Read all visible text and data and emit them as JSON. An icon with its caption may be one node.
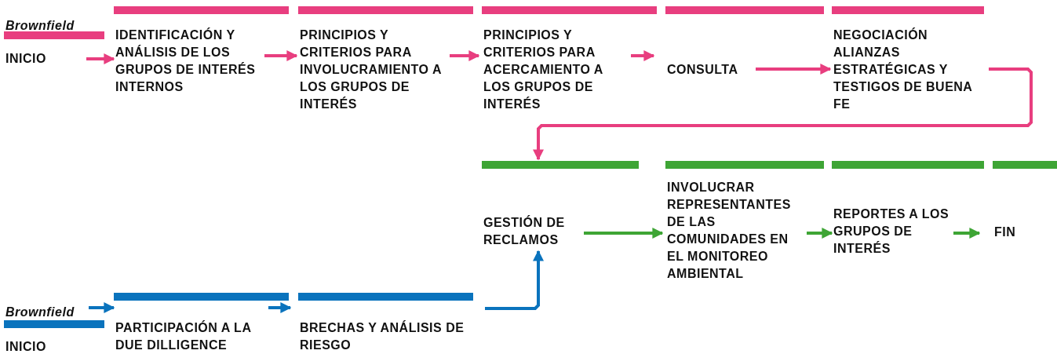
{
  "diagram": {
    "nodes": [
      {
        "text": [
          "Brownfield",
          "INICIO"
        ]
      },
      {
        "text": [
          "IDENTIFICACIÓN Y ANÁLISIS DE LOS GRUPOS DE INTERÉS INTERNOS"
        ]
      },
      {
        "text": [
          "PRINCIPIOS Y CRITERIOS PARA INVOLUCRAMIENTO A LOS GRUPOS DE INTERÉS"
        ]
      },
      {
        "text": [
          "PRINCIPIOS Y CRITERIOS PARA ACERCAMIENTO A LOS GRUPOS DE INTERÉS"
        ]
      },
      {
        "text": [
          "CONSULTA"
        ]
      },
      {
        "text": [
          "NEGOCIACIÓN ALIANZAS ESTRATÉGICAS Y TESTIGOS DE BUENA FE"
        ]
      },
      {
        "text": [
          "Brownfield",
          "INICIO"
        ]
      },
      {
        "text": [
          "PARTICIPACIÓN A LA DUE DILLIGENCE"
        ]
      },
      {
        "text": [
          "BRECHAS Y ANÁLISIS DE RIESGO"
        ]
      },
      {
        "text": [
          "GESTIÓN DE RECLAMOS"
        ]
      },
      {
        "text": [
          "INVOLUCRAR REPRESENTANTES DE LAS COMUNIDADES EN EL MONITOREO AMBIENTAL"
        ]
      },
      {
        "text": [
          "REPORTES A LOS GRUPOS DE INTERÉS"
        ]
      },
      {
        "text": [
          "FIN"
        ]
      }
    ],
    "edges": [
      {
        "from": 0,
        "to": 1,
        "arrow": "to"
      },
      {
        "from": 1,
        "to": 2,
        "arrow": "to"
      },
      {
        "from": 2,
        "to": 3,
        "arrow": "to"
      },
      {
        "from": 3,
        "to": 4,
        "arrow": "to"
      },
      {
        "from": 4,
        "to": 5,
        "arrow": "to"
      },
      {
        "from": 5,
        "to": 9,
        "arrow": "to"
      },
      {
        "from": 6,
        "to": 7,
        "arrow": "to",
        "color": "#0a73bd"
      },
      {
        "from": 7,
        "to": 8,
        "arrow": "to",
        "color": "#0a73bd"
      },
      {
        "from": 8,
        "to": 9,
        "arrow": "to",
        "color": "#0a73bd"
      },
      {
        "from": 9,
        "to": 10,
        "arrow": "to",
        "color": "#3ea535"
      },
      {
        "from": 10,
        "to": 11,
        "arrow": "to",
        "color": "#3ea535"
      },
      {
        "from": 11,
        "to": 12,
        "arrow": "to",
        "color": "#3ea535"
      }
    ]
  }
}
